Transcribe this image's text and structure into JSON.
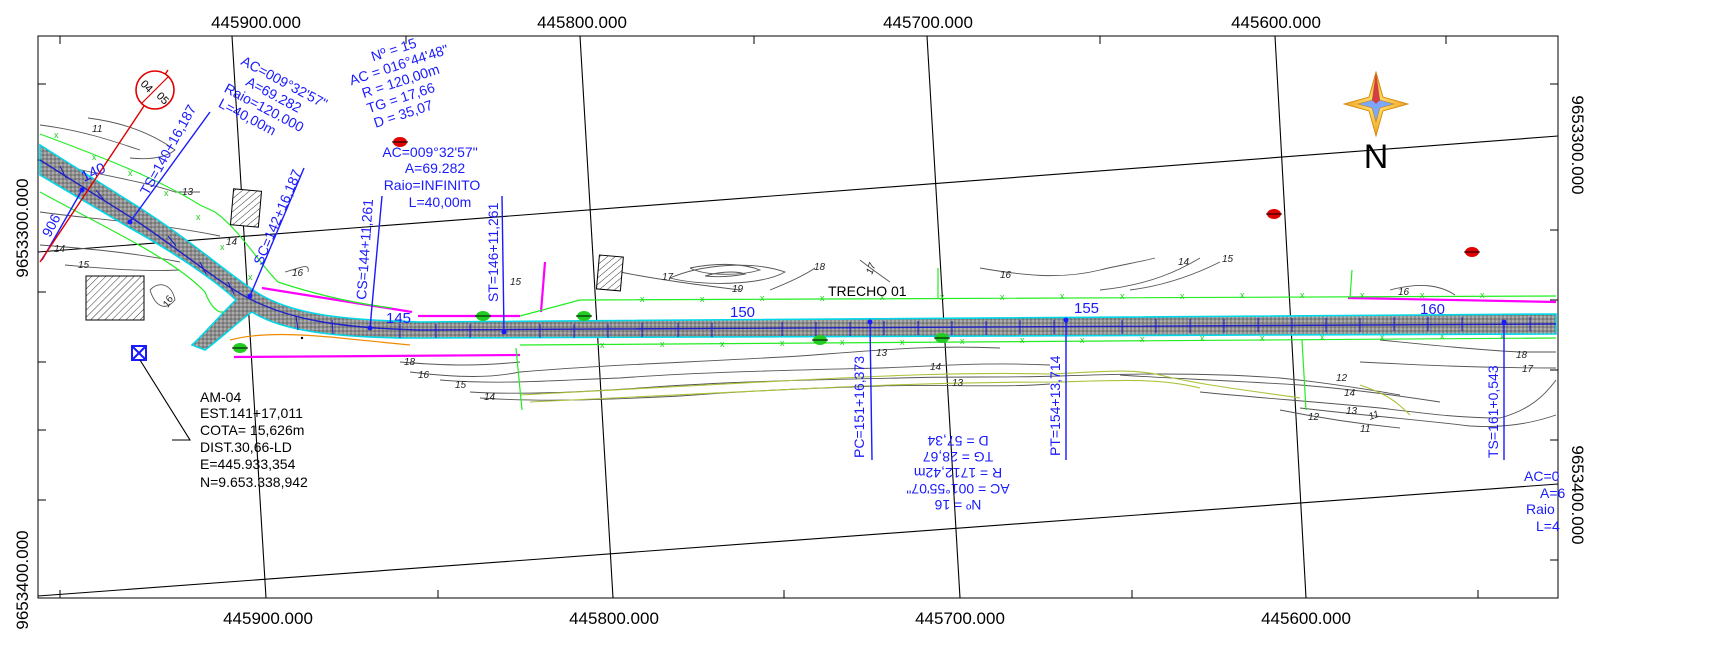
{
  "frame": {
    "top_labels": [
      "445900.000",
      "445800.000",
      "445700.000",
      "445600.000"
    ],
    "bottom_labels": [
      "445900.000",
      "445800.000",
      "445700.000",
      "445600.000"
    ],
    "left_labels": [
      "9653300.000",
      "9653400.000"
    ],
    "right_labels": [
      "9653300.000",
      "9653400.000"
    ]
  },
  "north": {
    "letter": "N"
  },
  "sheet": {
    "top": "04",
    "bottom": "05"
  },
  "trecho": "TRECHO 01",
  "stations": [
    "140",
    "145",
    "150",
    "155",
    "160"
  ],
  "points": {
    "ts_140": "TS=140+16,187",
    "sc_142": "SC=142+16,187",
    "cs_144": "CS=144+11,261",
    "st_146": "ST=146+11,261",
    "pc_151": "PC=151+16,373",
    "pt_154": "PT=154+13,714",
    "ts_161": "TS=161+0,543",
    "left_station": "906"
  },
  "spiral_a": [
    "AC=009°32'57\"",
    "A=69.282",
    "Raio=120.000",
    "L=40,00m"
  ],
  "spiral_b": [
    "AC=009°32'57\"",
    "A=69.282",
    "Raio=INFINITO",
    "L=40,00m"
  ],
  "curve_15": [
    "Nº = 15",
    "AC = 016°44'48\"",
    "R = 120,00m",
    "TG = 17,66",
    "D = 35,07"
  ],
  "curve_16": [
    "Nº = 16",
    "AC = 001°55'07\"",
    "R = 1712,42m",
    "TG = 28,67",
    "D = 57,34"
  ],
  "right_cut": [
    "AC=0",
    "A=6",
    "Raio",
    "L=4"
  ],
  "am04": [
    "AM-04",
    "EST.141+17,011",
    "COTA= 15,626m",
    "DIST.30,66-LD",
    "E=445.933,354",
    "N=9.653.338,942"
  ],
  "contours": [
    "11",
    "13",
    "14",
    "15",
    "16",
    "14",
    "16",
    "15",
    "17",
    "19",
    "18",
    "17",
    "16",
    "14",
    "15",
    "16",
    "18",
    "16",
    "15",
    "14",
    "13",
    "14",
    "13",
    "12",
    "14",
    "13",
    "12",
    "11",
    "11",
    "18",
    "17"
  ],
  "colors": {
    "road_edge": "#00d8e8",
    "centerline": "#2020c8",
    "annotation": "#1a1aff",
    "offset_line": "#22ee22",
    "boundary": "#ff00ff",
    "sheet_mark": "#e00000",
    "contour": "#555555",
    "contour_alt": "#a8c43a",
    "road_fill": "#9a9a9a"
  }
}
